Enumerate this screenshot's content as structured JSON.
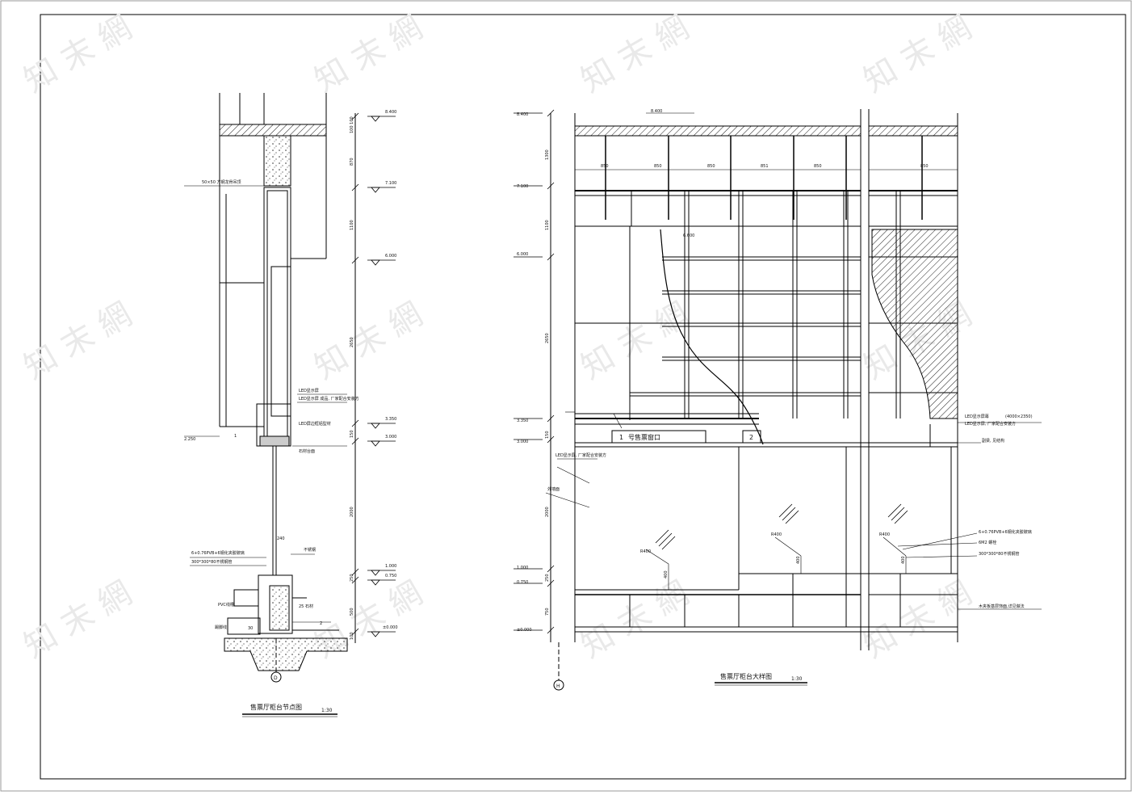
{
  "watermark": "知 末 網",
  "left_drawing": {
    "title": "售票厅柜台节点图",
    "scale": "1:30",
    "grid_axis": "D",
    "elev_levels": [
      "8.400",
      "7.100",
      "6.000",
      "3.350",
      "3.000",
      "1.000",
      "0.750",
      "±0.000"
    ],
    "dims_vertical": [
      "100 100",
      "870",
      "1100",
      "2650",
      "150",
      "2000",
      "250",
      "500",
      "100"
    ],
    "level_250": "2.250",
    "labels": {
      "soffit": "50×50 方钢龙骨吊顶",
      "led_screen": "LED显示屏",
      "led_frame": "LED屏边框铝型材",
      "led_note": "LED显示屏 成品, 厂家配合安装方",
      "glass_spec": "6+0.76PVB+6钢化夹胶玻璃",
      "steel_tube": "300*300*80不锈钢管",
      "counter_top": "石材台面",
      "steel_frame": "不锈钢",
      "marble": "25 石材",
      "dim_240": "240",
      "dim_30": "30",
      "callout_1": "1",
      "callout_2": "2",
      "pvc": "PVC线槽",
      "base": "踢脚线"
    }
  },
  "right_drawing": {
    "title": "售票厅柜台大样图",
    "scale": "1:30",
    "grid_axis": "H",
    "levels": [
      "8.400",
      "7.100",
      "6.000",
      "3.350",
      "3.000",
      "1.000",
      "0.750",
      "±0.000"
    ],
    "level_top_label": "8.400",
    "level_ceiling_label": "6.600",
    "dims_horizontal": [
      "850",
      "850",
      "850",
      "851",
      "850",
      "850"
    ],
    "dims_vertical": [
      "1300",
      "1100",
      "2650",
      "150",
      "2000",
      "250",
      "750"
    ],
    "window_sign_1_num": "1",
    "window_sign_1_text": "号售票窗口",
    "window_sign_2_num": "2",
    "labels": {
      "led_panel": "LED显示屏幕",
      "led_size": "(4000×2350)",
      "led_note": "LED显示屏, 厂家配合安装方",
      "led_frame_note": "LED显示屏, 厂家配合安装方",
      "side_beam": "副梁, 见结构",
      "left_wall": "外墙面",
      "glass_spec": "6+0.76PVB+6钢化夹胶玻璃",
      "steel_tube": "300*300*80不锈钢管",
      "fixing": "6M2 螺栓",
      "counter_note": "木夹板基层饰面,详见做法",
      "dim_400": "400",
      "dim_r400": "R400"
    }
  }
}
